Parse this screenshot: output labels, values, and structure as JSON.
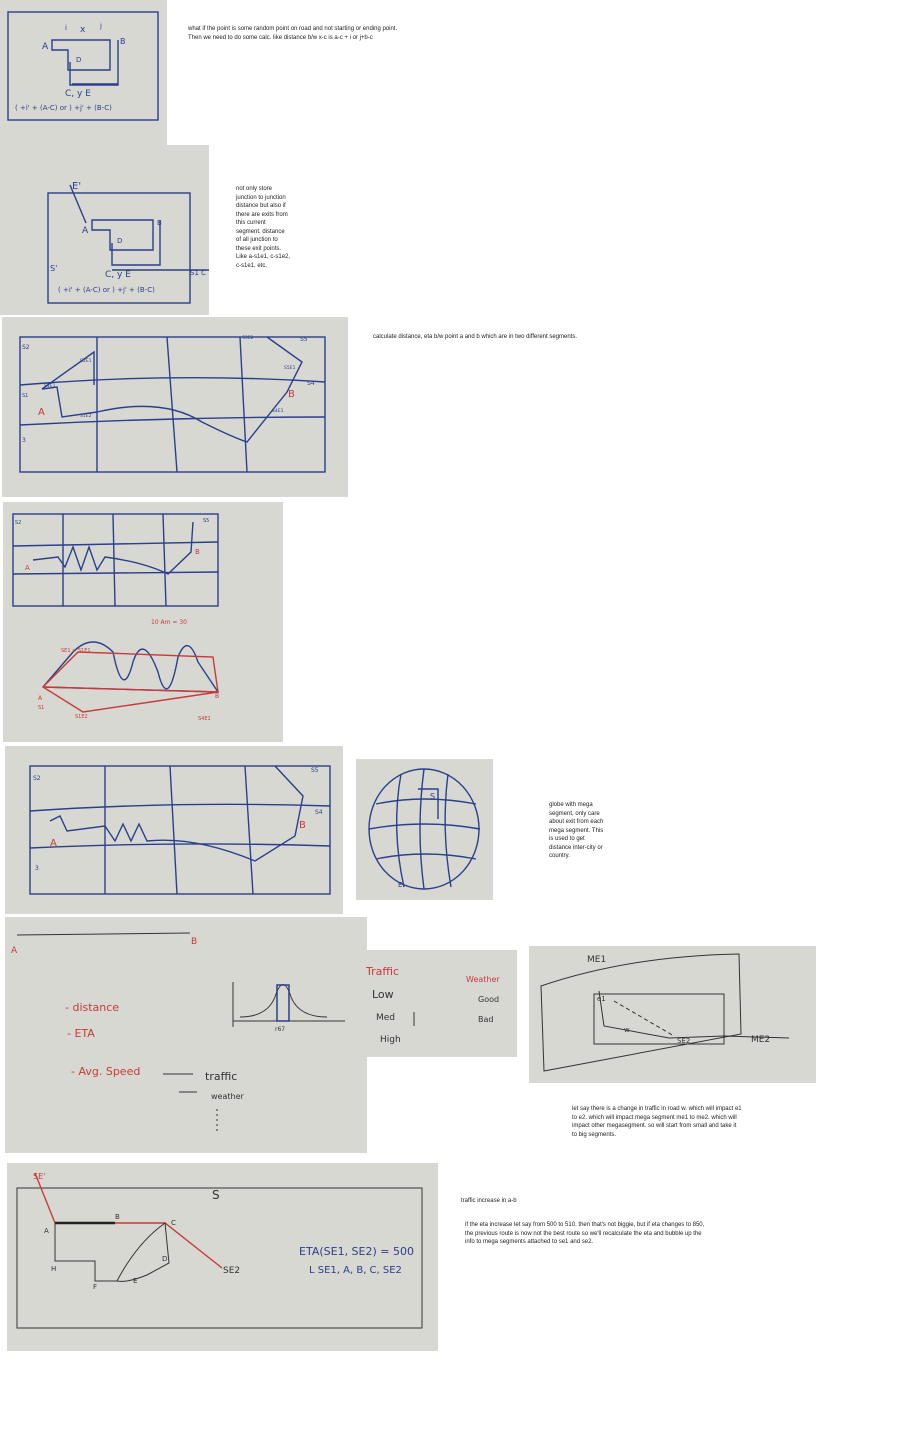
{
  "notes": {
    "n1": "what if the point is some random point on road and not starting or ending point. Then we need to do some calc. like distance b/w x-c is a-c + i or j+b-c",
    "n2": "not only store junction to junction distance but also if there are exits from this current segment. distance of all junction to these exit points. Like a-s1e1, c-s1e2, c-s1e1, etc.",
    "n3": "calculate distance, eta b/w point a and b which are in two different segments.",
    "n4": "globe with mega segment, only care about exit from each mega segment. This is used to get distance inter-city or country.",
    "n5": "let say there is a change in traffic in road w. which will impact e1 to e2. which will impact mega segment me1 to me2. which will impact other megasegment. so will start from small and take it to big segments.",
    "n6": "traffic increase in a-b",
    "n7": "if the eta increase let say from 500 to 510. then that's not biggie, but if eta changes to 850, the previous route is now not the best route so we'll recalculate the eta and bubble up the info to mega segments attached to se1 and se2."
  },
  "photo1": {
    "a": "A",
    "b": "B",
    "d": "D",
    "i": "i",
    "j": "j",
    "x": "x",
    "cyE": "C, y  E",
    "formula": "( +i' + (A-C)  or  ) +j' + (B-C)"
  },
  "photo2": {
    "e1": "E'",
    "s1": "S'",
    "s1c": "S1 C",
    "a": "A",
    "b": "B",
    "d": "D",
    "cyE": "C, y  E",
    "formula": "( +i' + (A-C)  or  ) +j' + (B-C)"
  },
  "photo3": {
    "s2": "S2",
    "s5": "S5",
    "s4": "S4",
    "s3": "3",
    "s1": "S1",
    "a": "A",
    "b": "B",
    "s1e1": "S1E1",
    "s1e2": "S1E2",
    "s5e1": "S5E1",
    "s4e1": "S4E1",
    "s2e1": "S2E1",
    "s3e2": "S3E2"
  },
  "photo4": {
    "s2": "S2",
    "s5": "S5",
    "a": "A",
    "b": "B",
    "time": "10 Am  =  30",
    "se1": "SE1 = S1E1",
    "s1": "S1",
    "s1e2": "S1E2",
    "s4e1": "S4E1",
    "a2": "A",
    "b2": "B"
  },
  "photo5": {
    "s2": "S2",
    "s5": "S5",
    "s4": "S4",
    "s3": "3",
    "a": "A",
    "b": "B"
  },
  "photo6": {
    "s": "S",
    "e": "E"
  },
  "photo7": {
    "a": "A",
    "b": "B",
    "distance": "- distance",
    "eta": "- ETA",
    "speed": "- Avg. Speed",
    "traffic": "traffic",
    "weather": "weather",
    "bell": "r67"
  },
  "photo8": {
    "traffic": "Traffic",
    "weather": "Weather",
    "low": "Low",
    "med": "Med",
    "high": "High",
    "good": "Good",
    "bad": "Bad"
  },
  "photo9": {
    "me1": "ME1",
    "me2": "ME2",
    "e1": "e1",
    "e2": "SE2",
    "w": "w"
  },
  "photo10": {
    "se1": "SE'",
    "s": "S",
    "a": "A",
    "b": "B",
    "c": "C",
    "d": "D",
    "e": "E",
    "f": "F",
    "h": "H",
    "se2": "SE2",
    "eta": "ETA(SE1, SE2) = 500",
    "route": "L SE1, A, B, C, SE2"
  }
}
